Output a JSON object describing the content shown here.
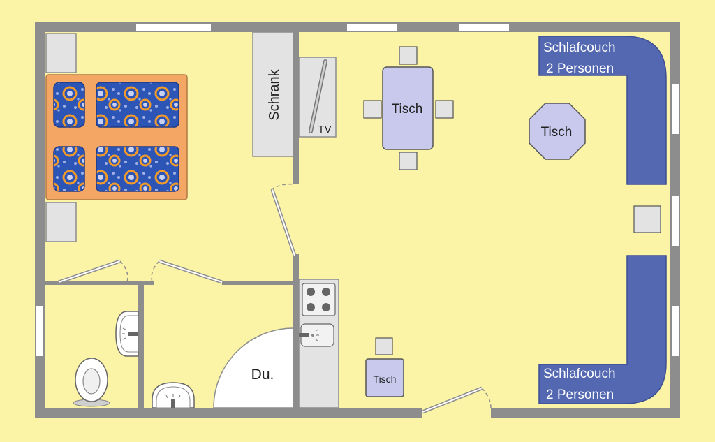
{
  "floor_plan": {
    "labels": {
      "wardrobe": "Schrank",
      "tv": "TV",
      "dining_table": "Tisch",
      "octagon_table": "Tisch",
      "small_table": "Tisch",
      "shower": "Du.",
      "sofa_top_line1": "Schlafcouch",
      "sofa_top_line2": "2 Personen",
      "sofa_bottom_line1": "Schlafcouch",
      "sofa_bottom_line2": "2 Personen"
    },
    "colors": {
      "background": "#fbf3a6",
      "floor": "#fbf3a6",
      "wall": "#8d8d8d",
      "window": "#ffffff",
      "sofa": "#5468b2",
      "sofa_text": "#ffffff",
      "bed_frame": "#f4a664",
      "mattress": "#2d55b5",
      "table": "#c9c9ee",
      "furniture_grey": "#e3e3e3",
      "shower": "#ffffff"
    }
  }
}
